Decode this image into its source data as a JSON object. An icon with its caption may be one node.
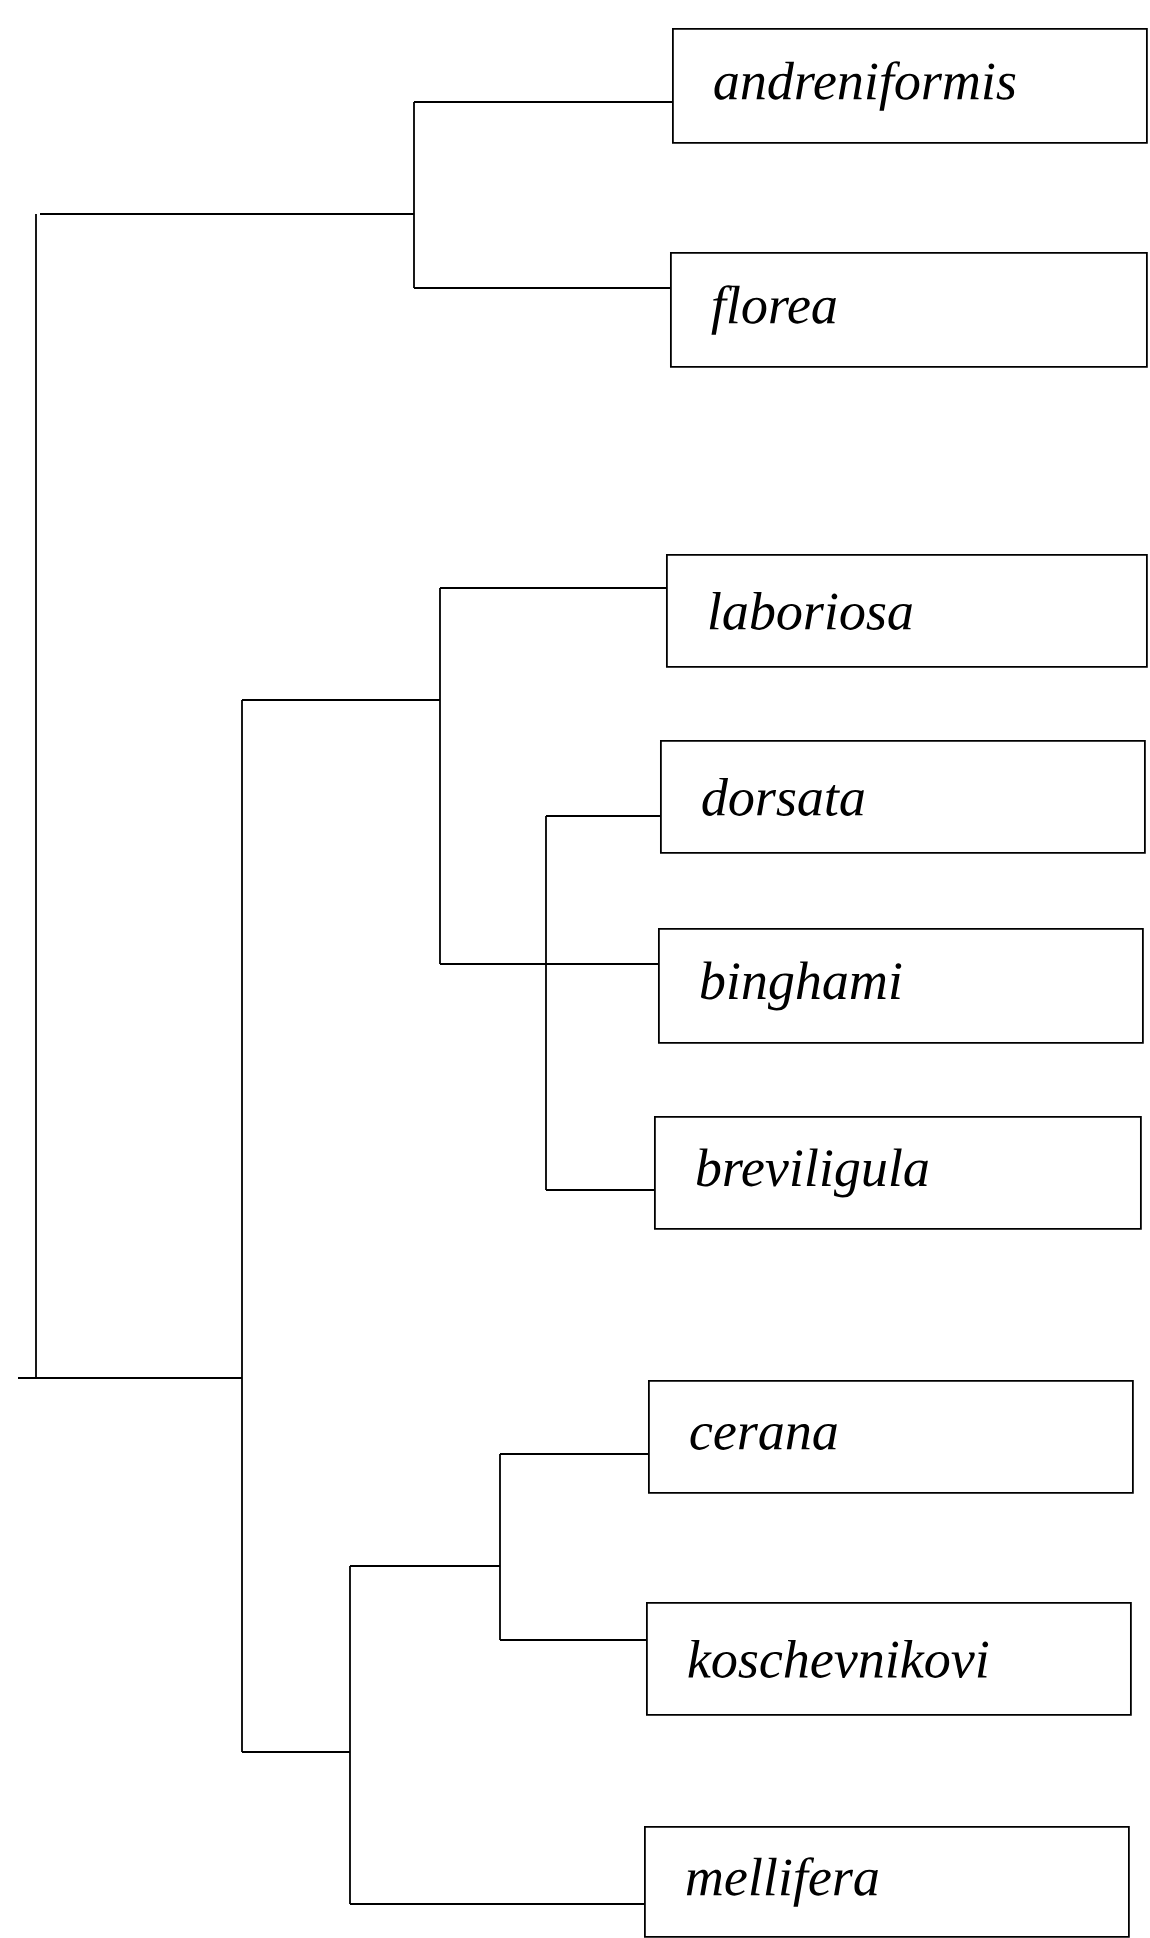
{
  "diagram": {
    "nodes": [
      {
        "text": [
          "andreniformis"
        ]
      },
      {
        "text": [
          "florea"
        ]
      },
      {
        "text": [
          "laboriosa"
        ]
      },
      {
        "text": [
          "dorsata"
        ]
      },
      {
        "text": [
          "binghami"
        ]
      },
      {
        "text": [
          "breviligula"
        ]
      },
      {
        "text": [
          "cerana"
        ]
      },
      {
        "text": [
          "koschevnikovi"
        ]
      },
      {
        "text": [
          "mellifera"
        ]
      }
    ],
    "edges": [
      {
        "from": null,
        "to": 0,
        "arrow": "none"
      },
      {
        "from": null,
        "to": 1,
        "arrow": "none"
      },
      {
        "from": null,
        "to": 2,
        "arrow": "none"
      },
      {
        "from": null,
        "to": 3,
        "arrow": "none"
      },
      {
        "from": null,
        "to": 4,
        "arrow": "none"
      },
      {
        "from": null,
        "to": 5,
        "arrow": "none"
      },
      {
        "from": null,
        "to": 6,
        "arrow": "none"
      },
      {
        "from": null,
        "to": 7,
        "arrow": "none"
      },
      {
        "from": null,
        "to": 8,
        "arrow": "none"
      }
    ]
  }
}
